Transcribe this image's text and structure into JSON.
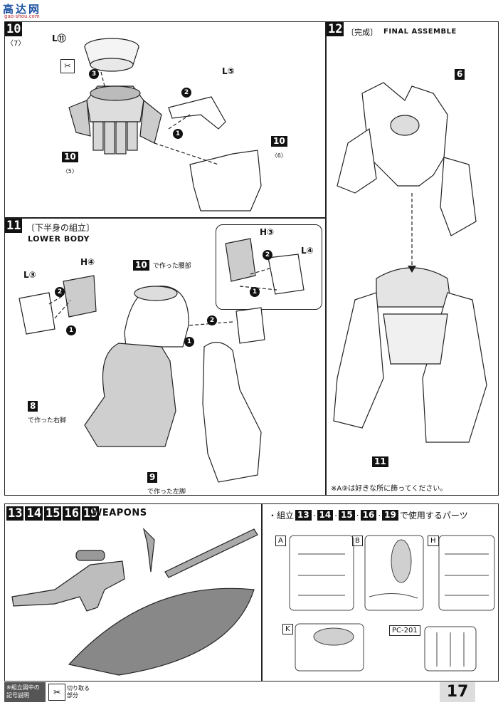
{
  "watermark": {
    "logo": "高达网",
    "url": "gao-shou.com"
  },
  "step10": {
    "number": "10",
    "sub": "〈7〉",
    "part_L11": "L⑪",
    "part_L5": "L⑤",
    "ref_a_num": "10",
    "ref_a_sub": "〈5〉",
    "ref_b_num": "10",
    "ref_b_sub": "〈6〉",
    "arrow1": "1",
    "arrow2": "2",
    "arrow3": "3"
  },
  "step11": {
    "number": "11",
    "title_jp": "〔下半身の組立〕",
    "title_en": "LOWER BODY",
    "part_L3": "L③",
    "part_H4": "H④",
    "part_H3": "H③",
    "part_L4": "L④",
    "waist_num": "10",
    "waist_caption": "で作った腰部",
    "right_leg_num": "8",
    "right_leg_caption": "で作った右脚",
    "left_leg_num": "9",
    "left_leg_caption": "で作った左脚"
  },
  "step12": {
    "number": "12",
    "title_jp": "〔完成〕",
    "title_en": "FINAL ASSEMBLE",
    "upper_num": "6",
    "lower_num": "11",
    "note": "※A⑨は好きな所に飾ってください。"
  },
  "weapons": {
    "numbers": [
      "13",
      "14",
      "15",
      "16",
      "19"
    ],
    "title": "WEAPONS"
  },
  "parts_panel": {
    "heading_prefix": "・組立",
    "heading_numbers": [
      "13",
      "14",
      "15",
      "16",
      "19"
    ],
    "heading_suffix": "で使用するパーツ",
    "runners": [
      "A",
      "B",
      "H",
      "K",
      "PC-201"
    ]
  },
  "footer": {
    "legend_title": "※組立図中の記号説明",
    "legend_desc": "切り取る部分",
    "page_number": "17"
  }
}
